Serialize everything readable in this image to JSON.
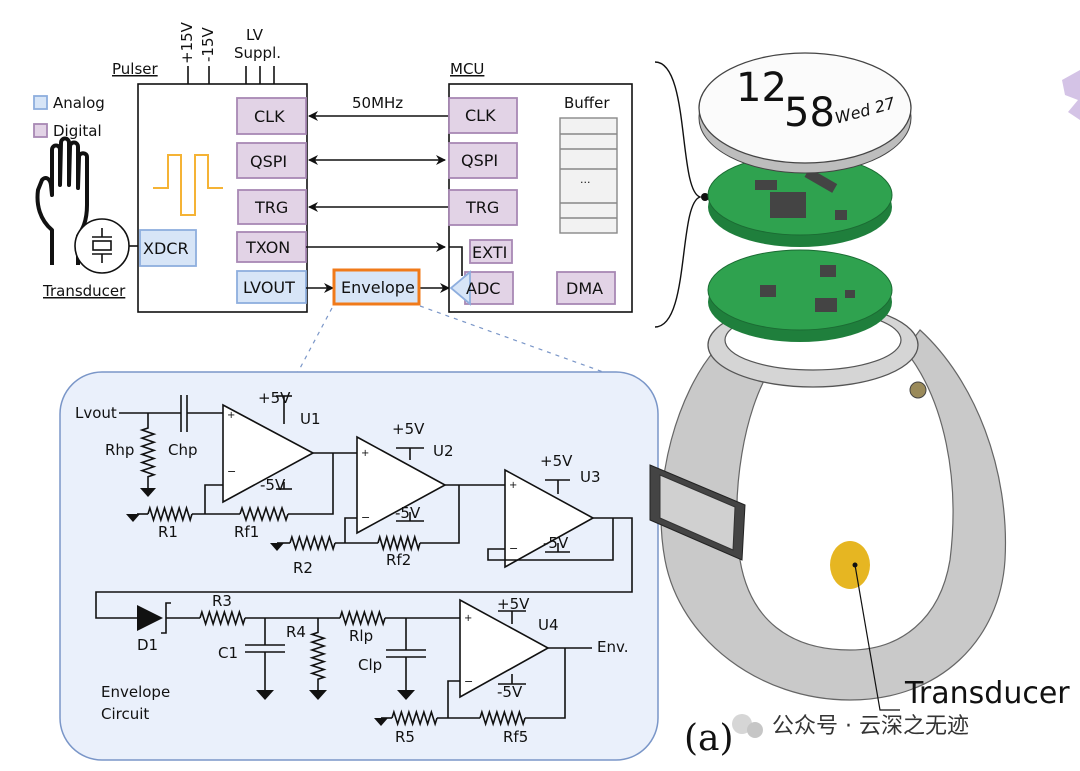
{
  "legend": {
    "analog": "Analog",
    "digital": "Digital",
    "analog_color": "#d7e5f7",
    "digital_color": "#e2d3e6"
  },
  "pulser": {
    "title": "Pulser",
    "supplies": [
      "+15V",
      "-15V"
    ],
    "lv_supply": [
      "LV",
      "Suppl."
    ],
    "blocks": {
      "clk": "CLK",
      "qspi": "QSPI",
      "trg": "TRG",
      "txon": "TXON",
      "lvout": "LVOUT",
      "xdcr": "XDCR"
    }
  },
  "transducer_label": "Transducer",
  "clock_label": "50MHz",
  "envelope_block": "Envelope",
  "envelope_highlight_color": "#f07a1a",
  "mcu": {
    "title": "MCU",
    "blocks": {
      "clk": "CLK",
      "qspi": "QSPI",
      "trg": "TRG",
      "exti": "EXTI",
      "adc": "ADC",
      "dma": "DMA"
    },
    "buffer_label": "Buffer",
    "buffer_ellipsis": "..."
  },
  "circuit": {
    "title": [
      "Envelope",
      "Circuit"
    ],
    "input": "Lvout",
    "output": "Env.",
    "components": {
      "rhp": "Rhp",
      "chp": "Chp",
      "r1": "R1",
      "rf1": "Rf1",
      "r2": "R2",
      "rf2": "Rf2",
      "d1": "D1",
      "r3": "R3",
      "c1": "C1",
      "r4": "R4",
      "rlp": "Rlp",
      "clp": "Clp",
      "r5": "R5",
      "rf5": "Rf5"
    },
    "opamps": [
      "U1",
      "U2",
      "U3",
      "U4"
    ],
    "vpos": "+5V",
    "vneg": "-5V"
  },
  "watch": {
    "hour": "12",
    "minute": "58",
    "date": "Wed 27"
  },
  "device_transducer_label": "Transducer",
  "panel_label": "(a)",
  "watermark": "公众号 · 云深之无迹"
}
